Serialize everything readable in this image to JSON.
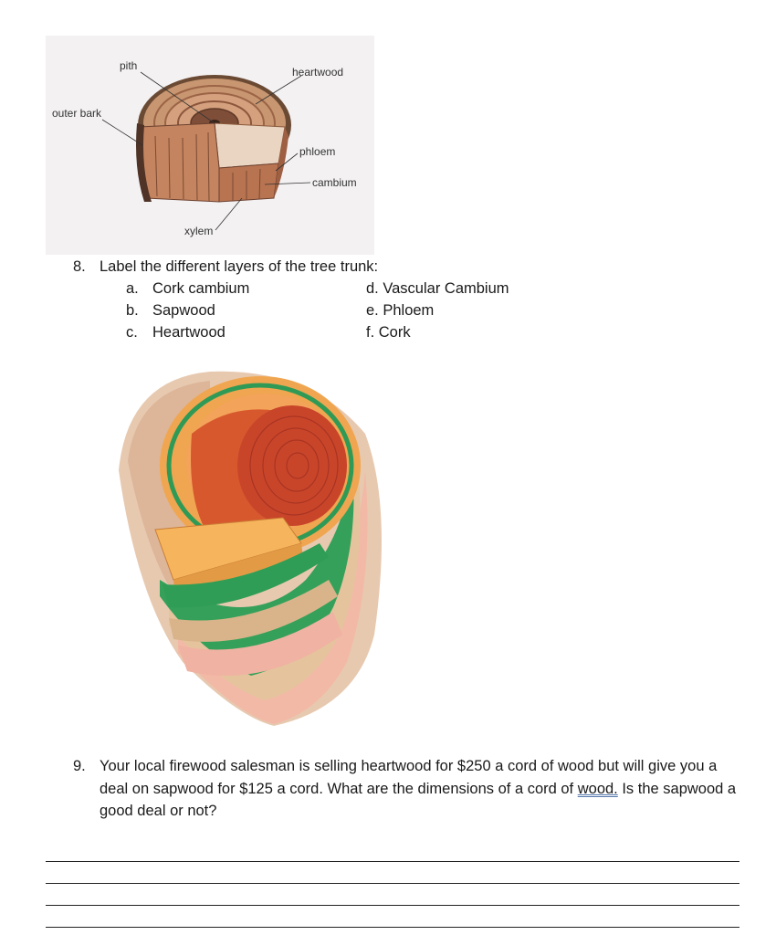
{
  "figure1": {
    "labels": {
      "pith": "pith",
      "heartwood": "heartwood",
      "outer_bark": "outer bark",
      "phloem": "phloem",
      "cambium": "cambium",
      "xylem": "xylem"
    }
  },
  "question8": {
    "number": "8.",
    "prompt": "Label the different layers of the tree trunk:",
    "options_left": [
      {
        "letter": "a.",
        "text": "Cork cambium"
      },
      {
        "letter": "b.",
        "text": "Sapwood"
      },
      {
        "letter": "c.",
        "text": "Heartwood"
      }
    ],
    "options_right": [
      {
        "text": "d. Vascular Cambium"
      },
      {
        "text": "e. Phloem"
      },
      {
        "text": "f. Cork"
      }
    ]
  },
  "question9": {
    "number": "9.",
    "text_before": "Your local firewood salesman is selling heartwood for $250 a cord of wood but will give you a deal on sapwood for $125 a cord.  What are the dimensions of a cord of ",
    "underlined": "wood.",
    "text_after": "  Is the sapwood a good deal or not?"
  },
  "answer_lines": 4
}
